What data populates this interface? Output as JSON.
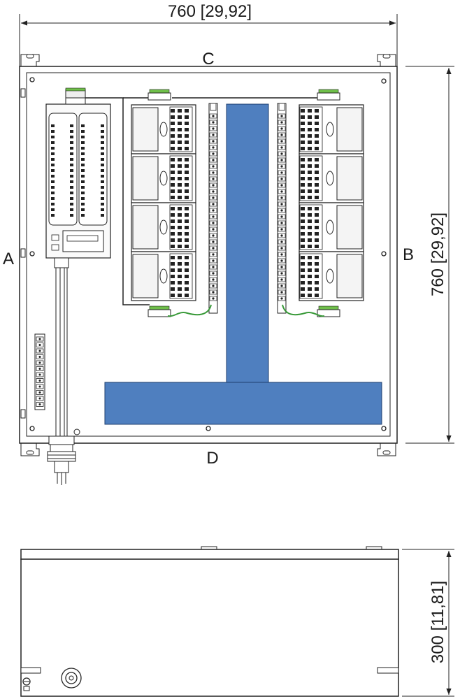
{
  "dimensions": {
    "top_width": "760 [29,92]",
    "right_height": "760 [29,92]",
    "side_depth": "300 [11,81]"
  },
  "side_labels": {
    "top": "C",
    "left": "A",
    "right": "B",
    "bottom": "D"
  },
  "colors": {
    "line": "#222222",
    "accent_blue": "#4f7fbf",
    "cable_green": "#3a9a3a",
    "module_fill": "#f4f4f4",
    "terminal_green": "#6fbf4a"
  }
}
